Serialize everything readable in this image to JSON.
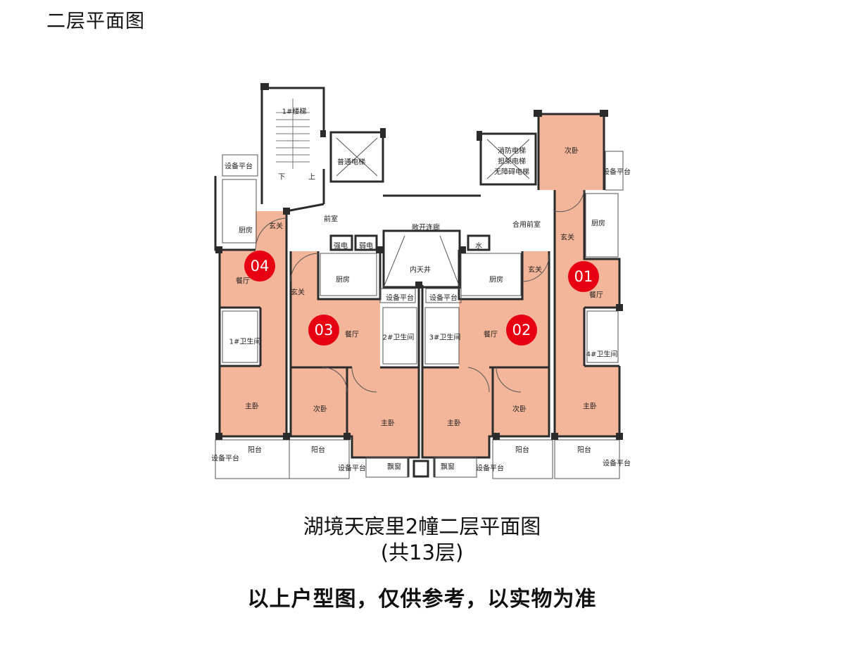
{
  "page_title": "二层平面图",
  "caption": {
    "line1": "湖境天宸里2幢二层平面图",
    "line2": "(共13层)"
  },
  "disclaimer": "以上户型图，仅供参考，以实物为准",
  "colors": {
    "unit_fill": "#f4b69a",
    "wall": "#2b2b2b",
    "marker": "#e60012",
    "line": "#555555"
  },
  "units": [
    {
      "id": "01",
      "label": "01"
    },
    {
      "id": "02",
      "label": "02"
    },
    {
      "id": "03",
      "label": "03"
    },
    {
      "id": "04",
      "label": "04"
    }
  ],
  "room_labels": {
    "stair": "1#楼梯",
    "stair_down": "下",
    "stair_up": "上",
    "normal_elevator": "普通电梯",
    "fire_elevator_1": "消防电梯",
    "fire_elevator_2": "担架电梯",
    "fire_elevator_3": "无障碍电梯",
    "front_hall": "前室",
    "shared_front_hall": "合用前室",
    "open_corridor": "敞开连廊",
    "strong_power": "强电",
    "weak_power": "弱电",
    "water": "水",
    "inner_court": "内天井",
    "equipment_platform": "设备平台",
    "kitchen": "厨房",
    "foyer": "玄关",
    "dining": "餐厅",
    "secondary_bedroom": "次卧",
    "master_bedroom": "主卧",
    "balcony": "阳台",
    "bay_window": "飘窗",
    "bath1": "1#卫生间",
    "bath2": "2#卫生间",
    "bath3": "3#卫生间",
    "bath4": "4#卫生间"
  }
}
